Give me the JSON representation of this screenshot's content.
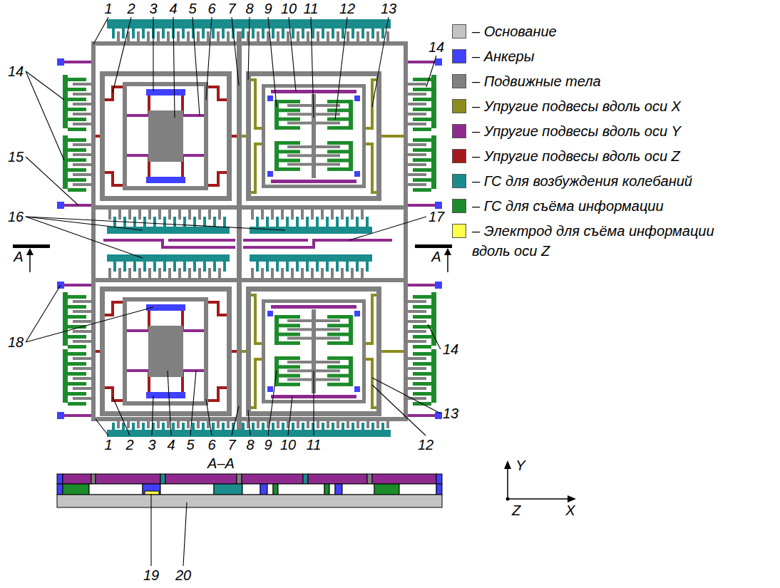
{
  "diagram": {
    "labels": [
      "1",
      "2",
      "3",
      "4",
      "5",
      "6",
      "7",
      "8",
      "9",
      "10",
      "11",
      "12",
      "13",
      "14",
      "14",
      "15",
      "16",
      "17",
      "A",
      "A",
      "18",
      "14",
      "13",
      "1",
      "2",
      "3",
      "4",
      "5",
      "6",
      "7",
      "8",
      "9",
      "10",
      "11",
      "12",
      "A–A",
      "19",
      "20",
      "Y",
      "Z",
      "X"
    ],
    "legend": [
      {
        "text": "– Основание",
        "color": "#c3c3c3"
      },
      {
        "text": "– Анкеры",
        "color": "#4040ff"
      },
      {
        "text": "– Подвижные тела",
        "color": "#808080"
      },
      {
        "text": "– Упругие подвесы вдоль оси X",
        "color": "#8c8c1e"
      },
      {
        "text": "– Упругие подвесы вдоль оси Y",
        "color": "#8e2a8e"
      },
      {
        "text": "– Упругие подвесы вдоль оси Z",
        "color": "#a31a1a"
      },
      {
        "text": "– ГС для возбуждения колебаний",
        "color": "#1a8c8c"
      },
      {
        "text": "– ГС для съёма информации",
        "color": "#1c8c2a"
      },
      {
        "text": "– Электрод для съёма информации вдоль оси Z",
        "color": "#ffff4d"
      }
    ]
  }
}
